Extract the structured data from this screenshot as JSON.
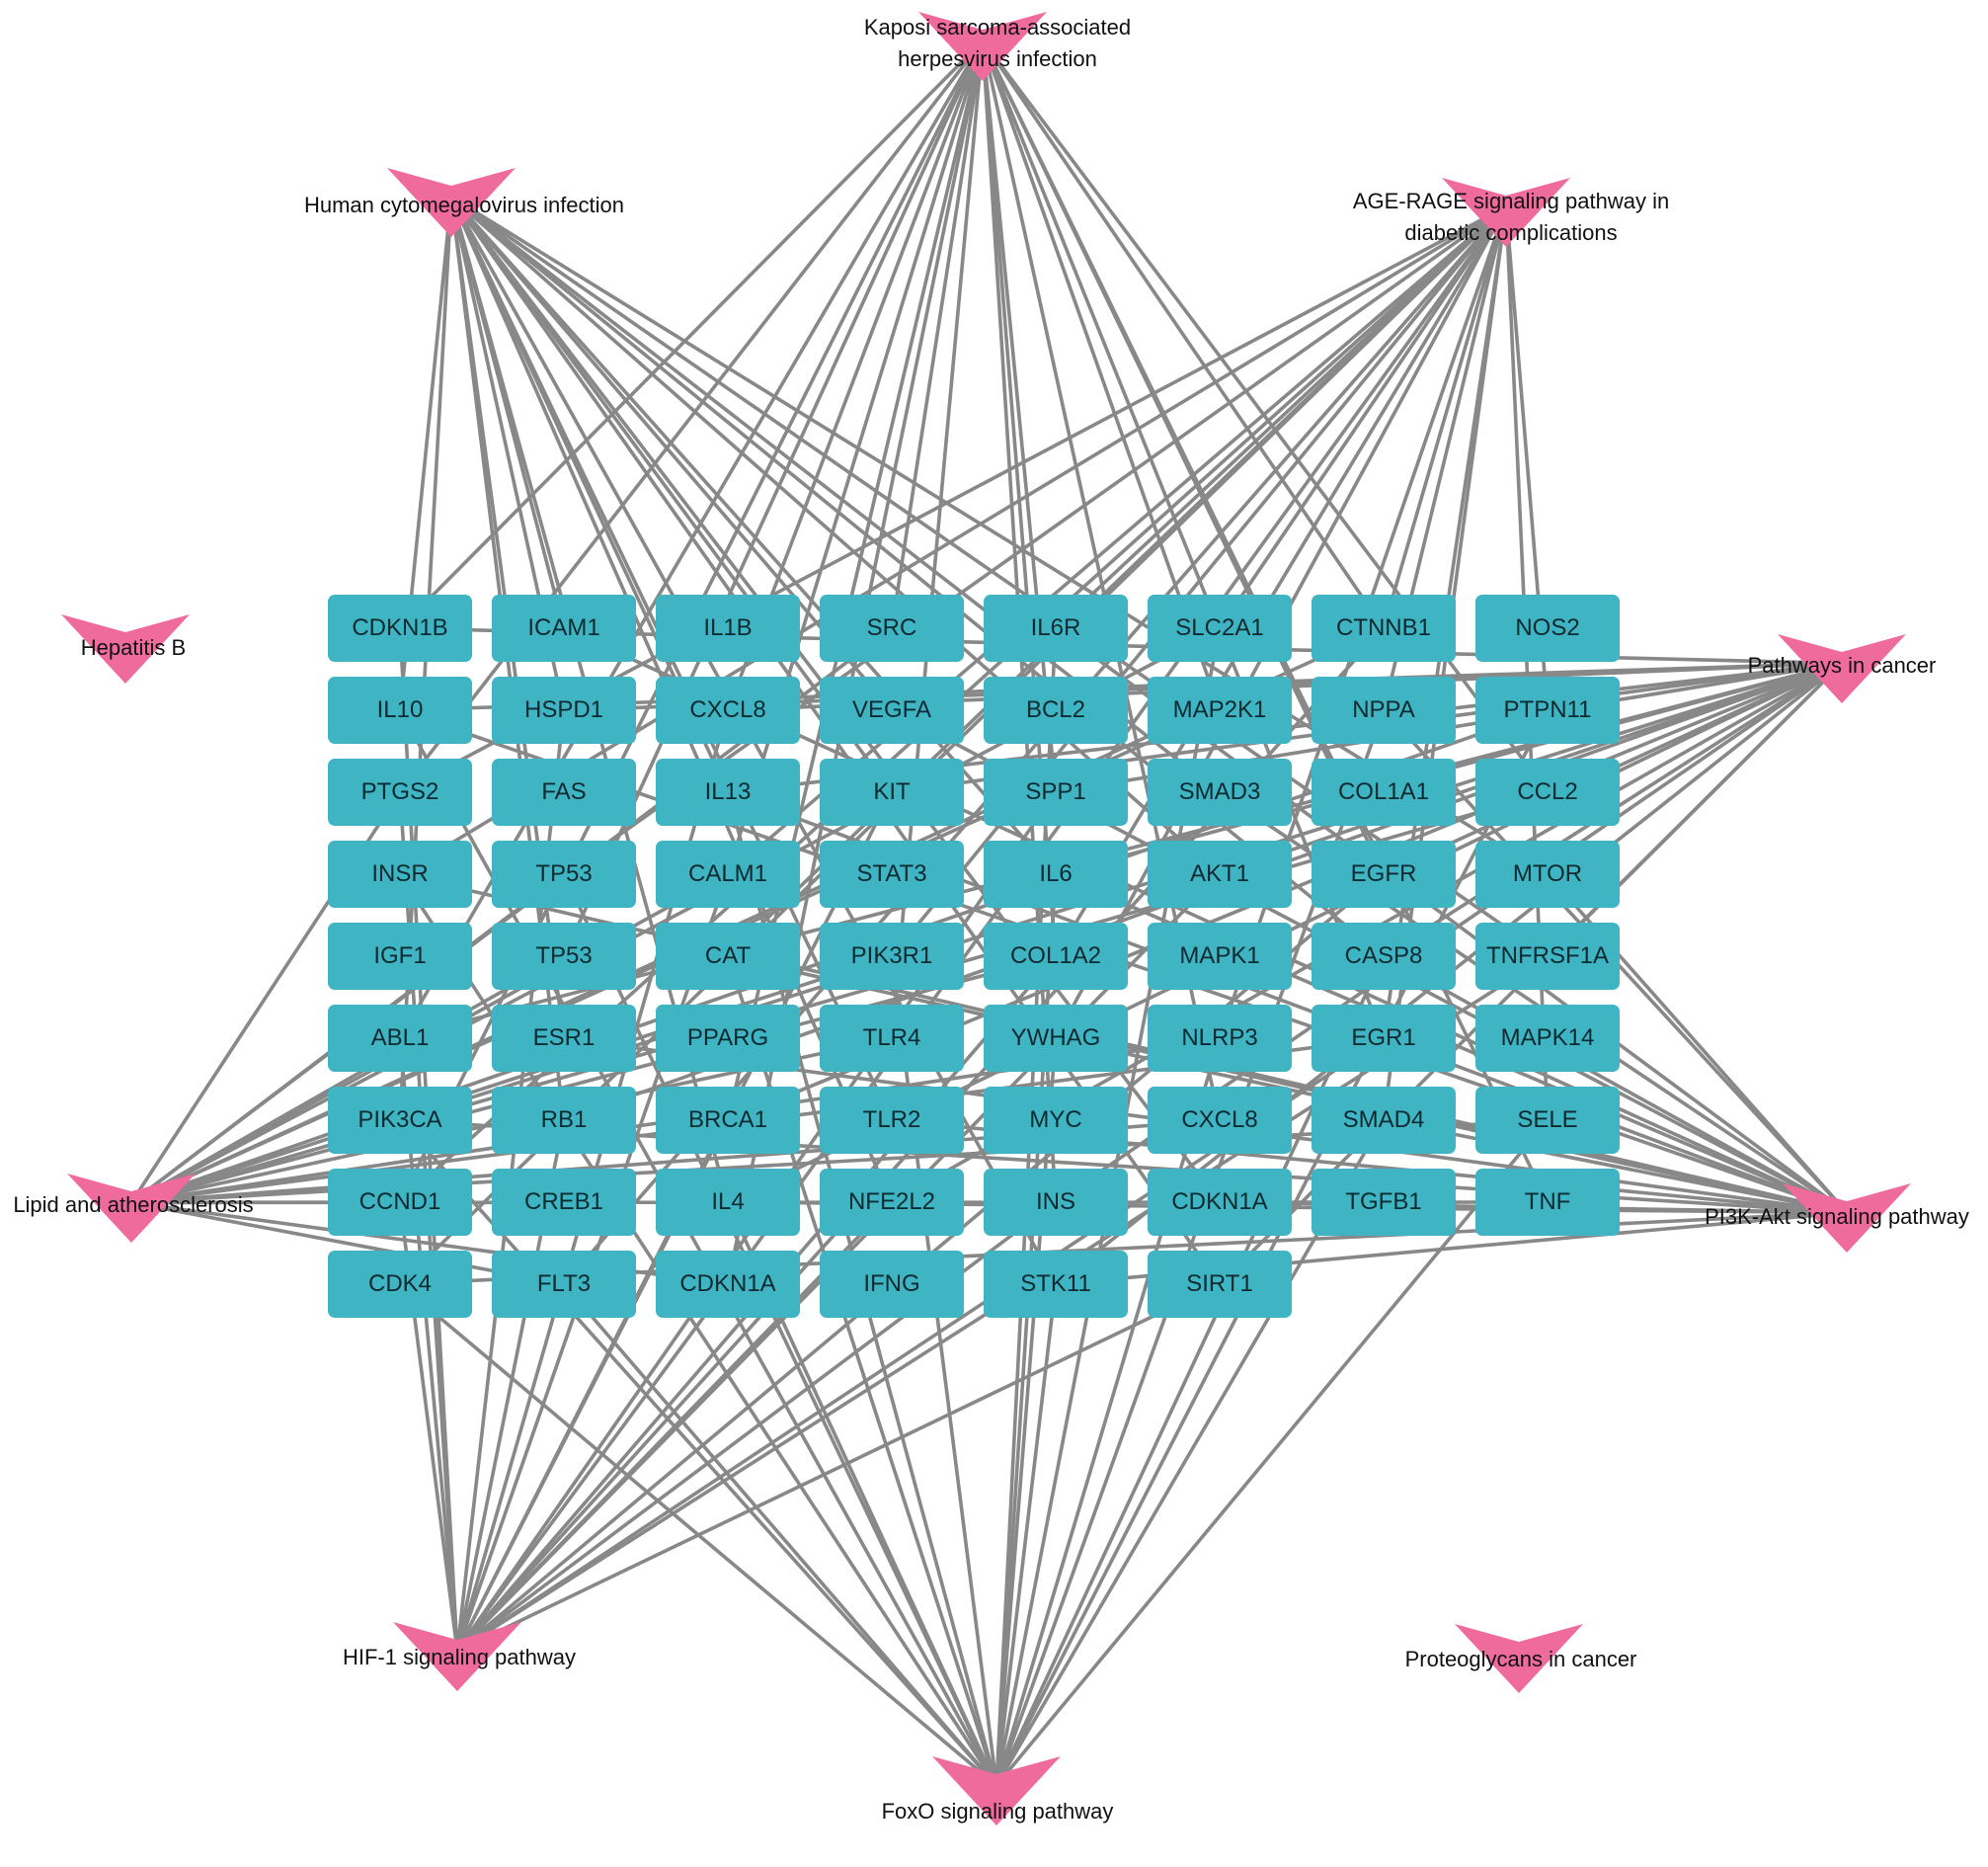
{
  "colors": {
    "gene_node": "#3fb4c2",
    "pathway_node": "#ef6b9b",
    "edge": "#888888",
    "gene_text": "#0d2a31"
  },
  "pathways": [
    {
      "id": "kshv",
      "label": "Kaposi sarcoma-associated\nherpesvirus infection",
      "icon": "pink-chevron-node"
    },
    {
      "id": "hcmv",
      "label": "Human cytomegalovirus infection",
      "icon": "pink-chevron-node"
    },
    {
      "id": "age",
      "label": "AGE-RAGE signaling pathway in\ndiabetic complications",
      "icon": "pink-chevron-node"
    },
    {
      "id": "hepb",
      "label": "Hepatitis B",
      "icon": "pink-chevron-node"
    },
    {
      "id": "cancer",
      "label": "Pathways in cancer",
      "icon": "pink-chevron-node"
    },
    {
      "id": "lipid",
      "label": "Lipid and atherosclerosis",
      "icon": "pink-chevron-node"
    },
    {
      "id": "pi3k",
      "label": "PI3K-Akt signaling pathway",
      "icon": "pink-chevron-node"
    },
    {
      "id": "hif",
      "label": "HIF-1 signaling pathway",
      "icon": "pink-chevron-node"
    },
    {
      "id": "proteo",
      "label": "Proteoglycans in cancer",
      "icon": "pink-chevron-node"
    },
    {
      "id": "foxo",
      "label": "FoxO signaling pathway",
      "icon": "pink-chevron-node"
    }
  ],
  "genes": [
    "CDKN1B",
    "ICAM1",
    "IL1B",
    "SRC",
    "IL6R",
    "SLC2A1",
    "CTNNB1",
    "NOS2",
    "IL10",
    "HSPD1",
    "CXCL8",
    "VEGFA",
    "BCL2",
    "MAP2K1",
    "NPPA",
    "PTPN11",
    "PTGS2",
    "FAS",
    "IL13",
    "KIT",
    "SPP1",
    "SMAD3",
    "COL1A1",
    "CCL2",
    "INSR",
    "TP53",
    "CALM1",
    "STAT3",
    "IL6",
    "AKT1",
    "EGFR",
    "MTOR",
    "IGF1",
    "TP53",
    "CAT",
    "PIK3R1",
    "COL1A2",
    "MAPK1",
    "CASP8",
    "TNFRSF1A",
    "ABL1",
    "ESR1",
    "PPARG",
    "TLR4",
    "YWHAG",
    "NLRP3",
    "EGR1",
    "MAPK14",
    "PIK3CA",
    "RB1",
    "BRCA1",
    "TLR2",
    "MYC",
    "CXCL8",
    "SMAD4",
    "SELE",
    "CCND1",
    "CREB1",
    "IL4",
    "NFE2L2",
    "INS",
    "CDKN1A",
    "TGFB1",
    "TNF",
    "CDK4",
    "FLT3",
    "CDKN1A",
    "IFNG",
    "STK11",
    "SIRT1"
  ]
}
